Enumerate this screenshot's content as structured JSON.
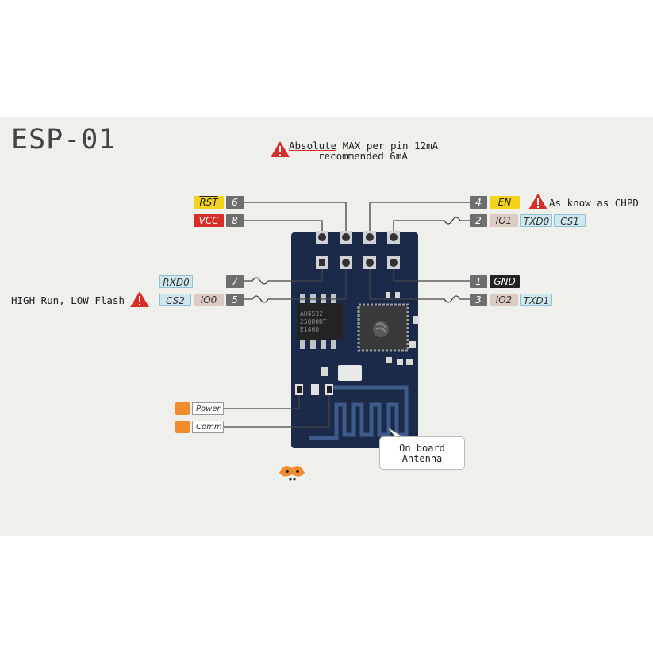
{
  "title": "ESP-01",
  "warning": {
    "line1_underlined": "Absolute",
    "line1_rest": " MAX per pin 12mA",
    "line2": "recommended 6mA"
  },
  "notes": {
    "chpd": "As know as CHPD",
    "high_run": "HIGH Run, LOW Flash"
  },
  "pins": {
    "rst": {
      "name": "RST",
      "num": "6"
    },
    "vcc": {
      "name": "VCC",
      "num": "8"
    },
    "en": {
      "name": "EN",
      "num": "4"
    },
    "io1": {
      "name": "IO1",
      "num": "2",
      "alt1": "TXD0",
      "alt2": "CS1"
    },
    "rxd0": {
      "name": "RXD0",
      "num": "7"
    },
    "io0": {
      "name": "IO0",
      "num": "5",
      "alt": "CS2"
    },
    "gnd": {
      "name": "GND",
      "num": "1"
    },
    "io2": {
      "name": "IO2",
      "num": "3",
      "alt": "TXD1"
    }
  },
  "leds": {
    "power": "Power",
    "comm": "Comm"
  },
  "antenna": {
    "line1": "On board",
    "line2": "Antenna"
  },
  "chip_text": {
    "l1": "AH4532",
    "l2": "25Q80DT",
    "l3": "E1460"
  },
  "colors": {
    "board": "#1c2a4a",
    "panel": "#efefec",
    "warning": "#d62f2a",
    "pin_yellow": "#f5d31a",
    "led_orange": "#f28b2e"
  }
}
